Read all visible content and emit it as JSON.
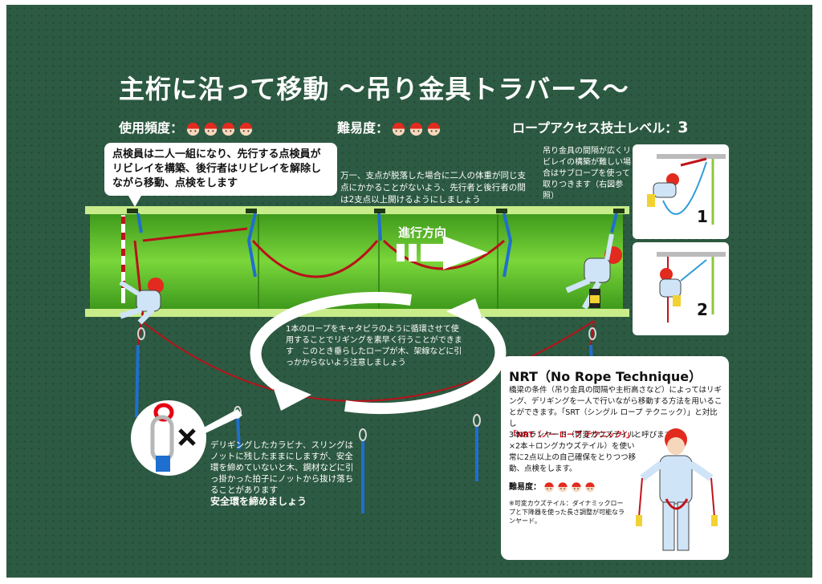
{
  "title": "主桁に沿って移動 ～吊り金具トラバース～",
  "ratings": {
    "frequency_label": "使用頻度：",
    "frequency_level": 4,
    "difficulty_label": "難易度：",
    "difficulty_level": 3,
    "level_label": "ロープアクセス技士レベル：",
    "level_value": "3"
  },
  "callouts": {
    "lead": "点検員は二人一組になり、先行する点検員がリビレイを構築、後行者はリビレイを解除しながら移動、点検をします",
    "safety": "万一、支点が脱落した場合に二人の体重が同じ支点にかかることがないよう、先行者と後行者の間は2支点以上開けるようにしましょう",
    "sub_rope": "吊り金具の間隔が広くリビレイの構築が難しい場合はサブロープを使って取りつきます（右図参照）",
    "direction": "進行方向",
    "loop": "1本のロープをキャタピラのように循環させて使用することでリギングを素早く行うことができます　このとき垂らしたロープが木、架線などに引っかからないよう注意しましょう",
    "carabiner_body": "デリギングしたカラビナ、スリングはノットに残したままにしますが、安全環を締めていないと木、鋼材などに引っ掛かった拍子にノットから抜け落ちることがあります",
    "carabiner_emphasis": "安全環を締めましょう"
  },
  "steps": [
    "1",
    "2"
  ],
  "nrt": {
    "title": "NRT（No Rope Technique）",
    "body_1": "橋梁の条件（吊り金具の間隔や主桁高さなど）によってはリギング、デリギングを一人で行いながら移動する方法を用いることができます。「SRT（シングル ロープ テクニック）」と対比し",
    "body_red": "「NRT（ノー ロープ テクニック）」",
    "body_2": "と呼びます。",
    "body_3": "3本のランヤード（可変カウズテイル×2本＋ロングカウズテイル）を使い常に2点以上の自己確保をとりつつ移動、点検をします。",
    "difficulty_label": "難易度：",
    "difficulty_level": 4,
    "footnote": "※可変カウズテイル：ダイナミックロープと下降器を使った長さ調整が可能なランヤード。"
  },
  "colors": {
    "background": "#2d5a42",
    "girder": "#5cc02a",
    "rope": "#c0141b",
    "helmet": "#e22a1e"
  }
}
